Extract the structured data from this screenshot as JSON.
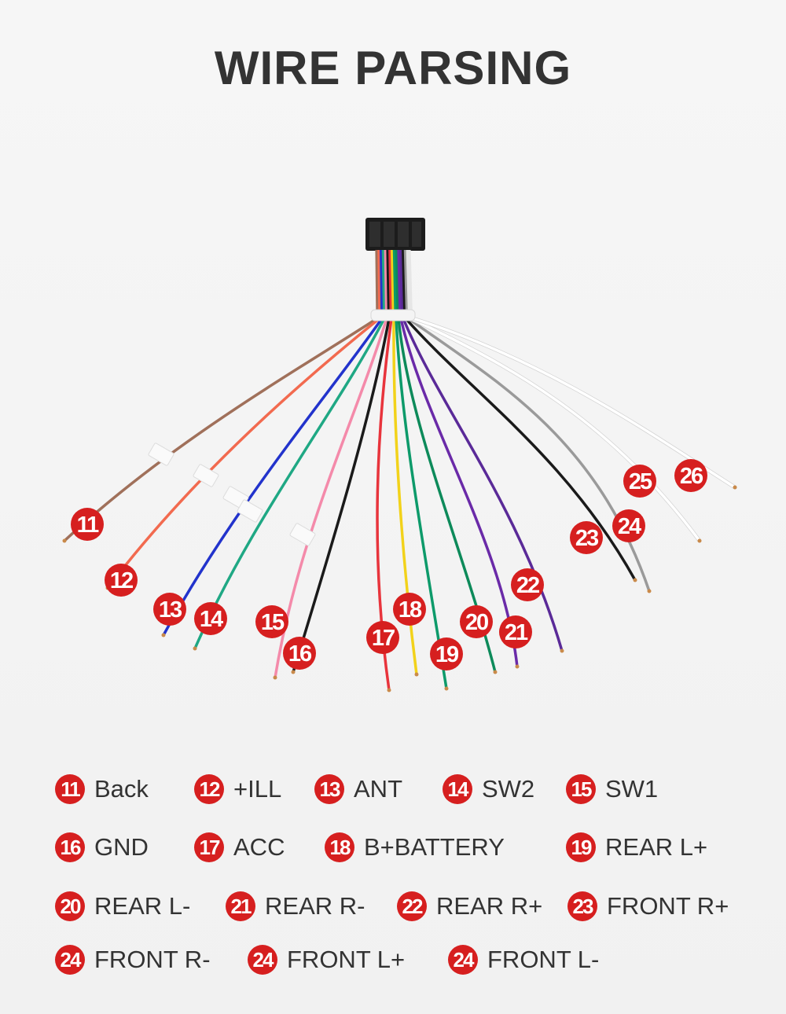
{
  "title": "WIRE PARSING",
  "colors": {
    "badge": "#d61f1f",
    "text": "#333333",
    "background": "#f3f3f3"
  },
  "wires": [
    {
      "num": "11",
      "color": "#a0705a"
    },
    {
      "num": "12",
      "color": "#f26a4f"
    },
    {
      "num": "13",
      "color": "#2233cc"
    },
    {
      "num": "14",
      "color": "#1fa884"
    },
    {
      "num": "15",
      "color": "#f48aaa"
    },
    {
      "num": "16",
      "color": "#1a1a1a"
    },
    {
      "num": "17",
      "color": "#e8343c"
    },
    {
      "num": "18",
      "color": "#f2d21a"
    },
    {
      "num": "19",
      "color": "#0d9a6a"
    },
    {
      "num": "20",
      "color": "#0d8a5a"
    },
    {
      "num": "21",
      "color": "#6a2aa8"
    },
    {
      "num": "22",
      "color": "#5a2a98"
    },
    {
      "num": "23",
      "color": "#1a1a1a"
    },
    {
      "num": "24",
      "color": "#9a9a9a"
    },
    {
      "num": "25",
      "color": "#ffffff"
    },
    {
      "num": "26",
      "color": "#ffffff"
    }
  ],
  "legend": [
    {
      "num": "11",
      "label": "Back"
    },
    {
      "num": "12",
      "label": "+ILL"
    },
    {
      "num": "13",
      "label": "ANT"
    },
    {
      "num": "14",
      "label": "SW2"
    },
    {
      "num": "15",
      "label": "SW1"
    },
    {
      "num": "16",
      "label": "GND"
    },
    {
      "num": "17",
      "label": "ACC"
    },
    {
      "num": "18",
      "label": "B+BATTERY"
    },
    {
      "num": "19",
      "label": "REAR L+"
    },
    {
      "num": "20",
      "label": "REAR L-"
    },
    {
      "num": "21",
      "label": "REAR R-"
    },
    {
      "num": "22",
      "label": "REAR R+"
    },
    {
      "num": "23",
      "label": "FRONT R+"
    },
    {
      "num": "24",
      "label": "FRONT R-"
    },
    {
      "num": "24",
      "label": "FRONT L+"
    },
    {
      "num": "24",
      "label": "FRONT L-"
    }
  ]
}
